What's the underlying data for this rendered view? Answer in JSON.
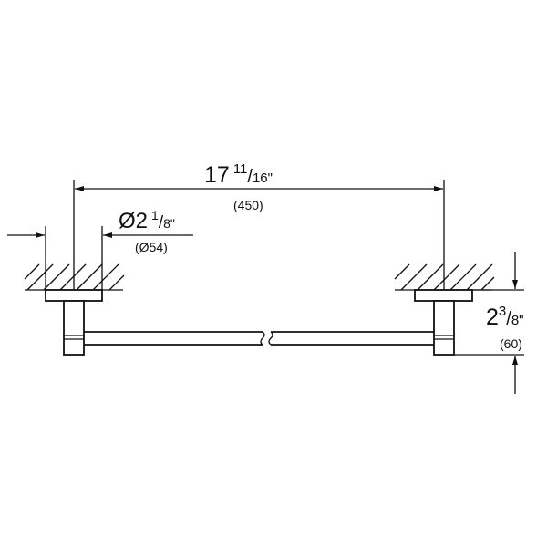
{
  "dimensions": {
    "length": {
      "whole": "17",
      "numerator": "11",
      "denominator": "16",
      "unit": "\"",
      "metric": "(450)"
    },
    "diameter": {
      "symbol": "Ø",
      "whole": "2",
      "numerator": "1",
      "denominator": "8",
      "unit": "\"",
      "metric": "(Ø54)"
    },
    "projection": {
      "whole": "2",
      "numerator": "3",
      "denominator": "8",
      "unit": "\"",
      "metric": "(60)"
    }
  }
}
